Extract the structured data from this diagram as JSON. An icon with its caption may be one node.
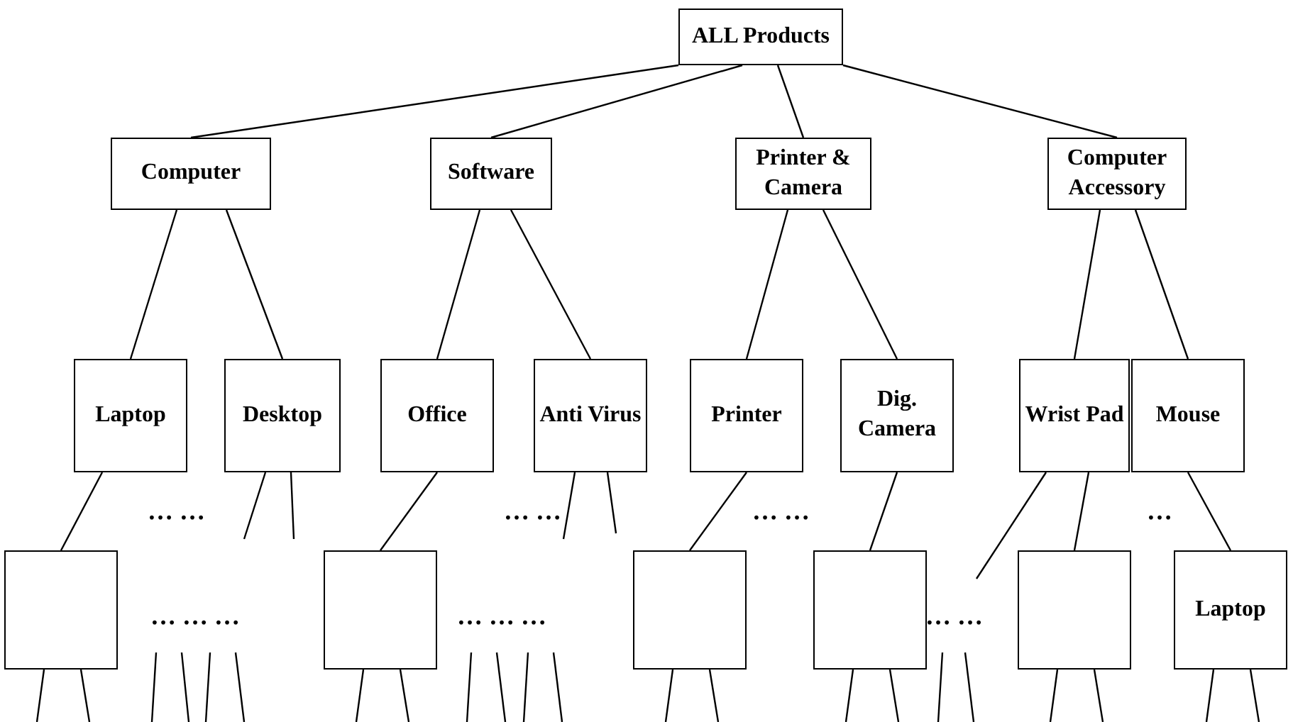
{
  "diagram": {
    "nodes": [
      {
        "text": [
          "ALL Products"
        ]
      },
      {
        "text": [
          "Computer"
        ]
      },
      {
        "text": [
          "Software"
        ]
      },
      {
        "text": [
          "Printer & Camera"
        ]
      },
      {
        "text": [
          "Computer Accessory"
        ]
      },
      {
        "text": [
          "Laptop"
        ]
      },
      {
        "text": [
          "Desktop"
        ]
      },
      {
        "text": [
          "Office"
        ]
      },
      {
        "text": [
          "Anti Virus"
        ]
      },
      {
        "text": [
          "Printer"
        ]
      },
      {
        "text": [
          "Dig. Camera"
        ]
      },
      {
        "text": [
          "Wrist Pad"
        ]
      },
      {
        "text": [
          "Mouse"
        ]
      },
      {
        "text": [],
        "shape": "box"
      },
      {
        "text": [],
        "shape": "box"
      },
      {
        "text": [],
        "shape": "box"
      },
      {
        "text": [],
        "shape": "box"
      },
      {
        "text": [],
        "shape": "box"
      },
      {
        "text": [
          "Laptop"
        ]
      }
    ],
    "edges": [
      {
        "from": 0,
        "to": 1,
        "arrow": "none"
      },
      {
        "from": 0,
        "to": 2,
        "arrow": "none"
      },
      {
        "from": 0,
        "to": 3,
        "arrow": "none"
      },
      {
        "from": 0,
        "to": 4,
        "arrow": "none"
      },
      {
        "from": 1,
        "to": 5,
        "arrow": "none"
      },
      {
        "from": 1,
        "to": 6,
        "arrow": "none"
      },
      {
        "from": 2,
        "to": 7,
        "arrow": "none"
      },
      {
        "from": 2,
        "to": 8,
        "arrow": "none"
      },
      {
        "from": 3,
        "to": 9,
        "arrow": "none"
      },
      {
        "from": 3,
        "to": 10,
        "arrow": "none"
      },
      {
        "from": 4,
        "to": 11,
        "arrow": "none"
      },
      {
        "from": 4,
        "to": 12,
        "arrow": "none"
      },
      {
        "from": 5,
        "to": 13,
        "arrow": "none"
      },
      {
        "from": 7,
        "to": 14,
        "arrow": "none"
      },
      {
        "from": 9,
        "to": 15,
        "arrow": "none"
      },
      {
        "from": 10,
        "to": 16,
        "arrow": "none"
      },
      {
        "from": 11,
        "to": 17,
        "arrow": "none"
      },
      {
        "from": 12,
        "to": 18,
        "arrow": "none"
      },
      {
        "from": 6,
        "to": null,
        "arrow": "none"
      },
      {
        "from": 6,
        "to": null,
        "arrow": "none"
      },
      {
        "from": 8,
        "to": null,
        "arrow": "none"
      },
      {
        "from": 8,
        "to": null,
        "arrow": "none"
      },
      {
        "from": 11,
        "to": null,
        "arrow": "none"
      },
      {
        "from": 13,
        "to": null,
        "arrow": "none"
      },
      {
        "from": 13,
        "to": null,
        "arrow": "none"
      },
      {
        "from": 14,
        "to": null,
        "arrow": "none"
      },
      {
        "from": 14,
        "to": null,
        "arrow": "none"
      },
      {
        "from": 15,
        "to": null,
        "arrow": "none"
      },
      {
        "from": 15,
        "to": null,
        "arrow": "none"
      },
      {
        "from": 16,
        "to": null,
        "arrow": "none"
      },
      {
        "from": 16,
        "to": null,
        "arrow": "none"
      },
      {
        "from": 17,
        "to": null,
        "arrow": "none"
      },
      {
        "from": 17,
        "to": null,
        "arrow": "none"
      },
      {
        "from": 18,
        "to": null,
        "arrow": "none"
      },
      {
        "from": 18,
        "to": null,
        "arrow": "none"
      }
    ],
    "labels": [
      "… …",
      "… …",
      "… …",
      "…",
      "… … …",
      "… … …",
      "… …"
    ]
  }
}
